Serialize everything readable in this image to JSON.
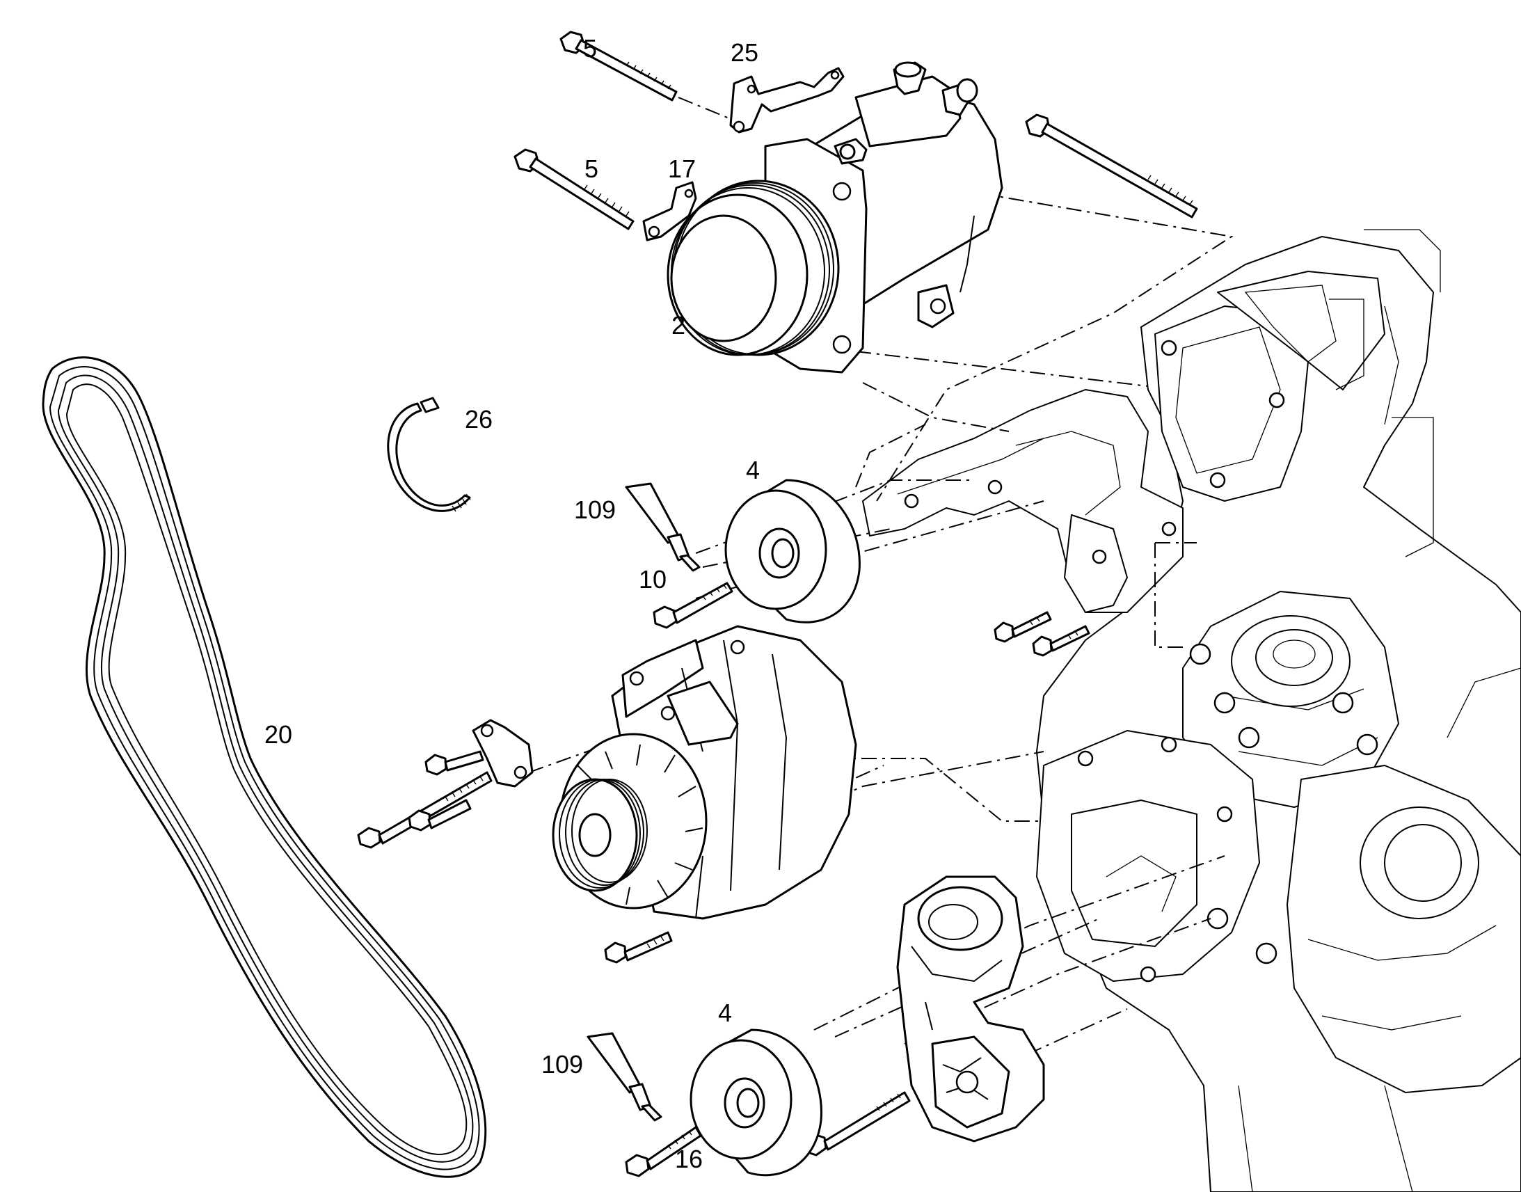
{
  "diagram": {
    "labels": {
      "l5a": "5",
      "l25": "25",
      "l5b": "5",
      "l17": "17",
      "l2": "2",
      "l26": "26",
      "l4a": "4",
      "l109a": "109",
      "l10": "10",
      "l20": "20",
      "l4b": "4",
      "l109b": "109",
      "l16": "16"
    },
    "colors": {
      "line": "#000000",
      "background": "#ffffff"
    }
  }
}
